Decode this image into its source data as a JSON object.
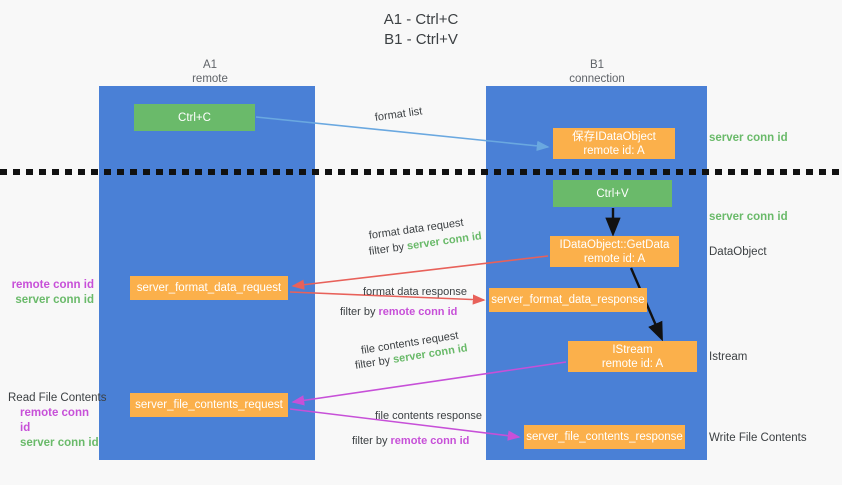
{
  "title": {
    "line1": "A1 - Ctrl+C",
    "line2": "B1 - Ctrl+V"
  },
  "lanes": {
    "left": {
      "name": "A1",
      "role": "remote",
      "color": "#4a80d6"
    },
    "right": {
      "name": "B1",
      "role": "connection",
      "color": "#4a80d6"
    }
  },
  "colors": {
    "lane_blue": "#4a80d6",
    "action_green": "#6aba6a",
    "message_orange": "#fbb04b",
    "server_conn_green": "#6aba6a",
    "remote_conn_magenta": "#c750d8",
    "arrow_blue": "#6aa8e0",
    "arrow_red": "#e8615a",
    "arrow_magenta": "#c750d8",
    "arrow_black": "#111111",
    "background": "#f8f8f8"
  },
  "boxes": {
    "ctrl_c": {
      "label": "Ctrl+C",
      "style": "green"
    },
    "idataobject_saved": {
      "line1": "保存IDataObject",
      "line2": "remote id: A",
      "style": "orange"
    },
    "ctrl_v": {
      "label": "Ctrl+V",
      "style": "green"
    },
    "getdata": {
      "line1": "IDataObject::GetData",
      "line2": "remote id: A",
      "style": "orange"
    },
    "format_data_request": {
      "label": "server_format_data_request",
      "style": "orange"
    },
    "format_data_response": {
      "label": "server_format_data_response",
      "style": "orange"
    },
    "istream": {
      "line1": "IStream",
      "line2": "remote id: A",
      "style": "orange"
    },
    "file_contents_request": {
      "label": "server_file_contents_request",
      "style": "orange"
    },
    "file_contents_response": {
      "label": "server_file_contents_response",
      "style": "orange"
    }
  },
  "edges": [
    {
      "id": "format_list",
      "label": "format list",
      "color": "#6aa8e0",
      "direction": "left-to-right"
    },
    {
      "id": "format_data_request",
      "label": "format data request",
      "filter_prefix": "filter by ",
      "filter_value": "server conn id",
      "filter_color": "#6aba6a",
      "color": "#e8615a",
      "direction": "right-to-left"
    },
    {
      "id": "format_data_response",
      "label": "format data response",
      "filter_prefix": "filter by ",
      "filter_value": "remote conn id",
      "filter_color": "#c750d8",
      "color": "#e8615a",
      "direction": "left-to-right"
    },
    {
      "id": "file_contents_request",
      "label": "file contents request",
      "filter_prefix": "filter by ",
      "filter_value": "server conn id",
      "filter_color": "#6aba6a",
      "color": "#c750d8",
      "direction": "right-to-left"
    },
    {
      "id": "file_contents_response",
      "label": "file contents response",
      "filter_prefix": "filter by ",
      "filter_value": "remote conn id",
      "filter_color": "#c750d8",
      "color": "#c750d8",
      "direction": "left-to-right"
    }
  ],
  "right_notes": {
    "server_conn_id_1": "server conn id",
    "server_conn_id_2": "server conn id",
    "dataobject": "DataObject",
    "istream": "Istream",
    "write_file_contents": "Write File Contents"
  },
  "left_notes": {
    "remote_conn_id_1": "remote conn id",
    "server_conn_id_1": "server conn id",
    "read_file_contents": "Read File Contents",
    "remote_conn_id_2": "remote conn id",
    "server_conn_id_2": "server conn id"
  }
}
